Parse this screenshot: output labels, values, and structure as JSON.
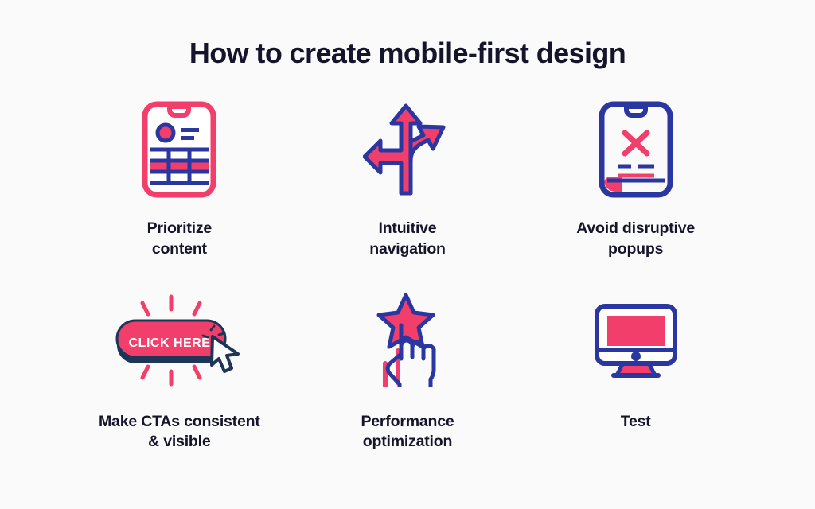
{
  "page": {
    "title": "How to create mobile-first design",
    "background_color": "#FBFAFA",
    "text_color": "#14142B",
    "accent_pink": "#F23E6B",
    "accent_blue": "#2A37A0"
  },
  "items": [
    {
      "id": "prioritize-content",
      "label": "Prioritize\ncontent",
      "icon": "phone-layout-icon"
    },
    {
      "id": "intuitive-navigation",
      "label": "Intuitive\nnavigation",
      "icon": "three-way-arrow-icon"
    },
    {
      "id": "avoid-disruptive-popups",
      "label": "Avoid disruptive\npopups",
      "icon": "phone-popup-close-icon"
    },
    {
      "id": "make-ctas-consistent-visible",
      "label": "Make CTAs consistent\n& visible",
      "icon": "click-here-button-icon",
      "button_text": "CLICK HERE"
    },
    {
      "id": "performance-optimization",
      "label": "Performance\noptimization",
      "icon": "hand-star-rating-icon"
    },
    {
      "id": "test",
      "label": "Test",
      "icon": "desktop-monitor-icon"
    }
  ]
}
